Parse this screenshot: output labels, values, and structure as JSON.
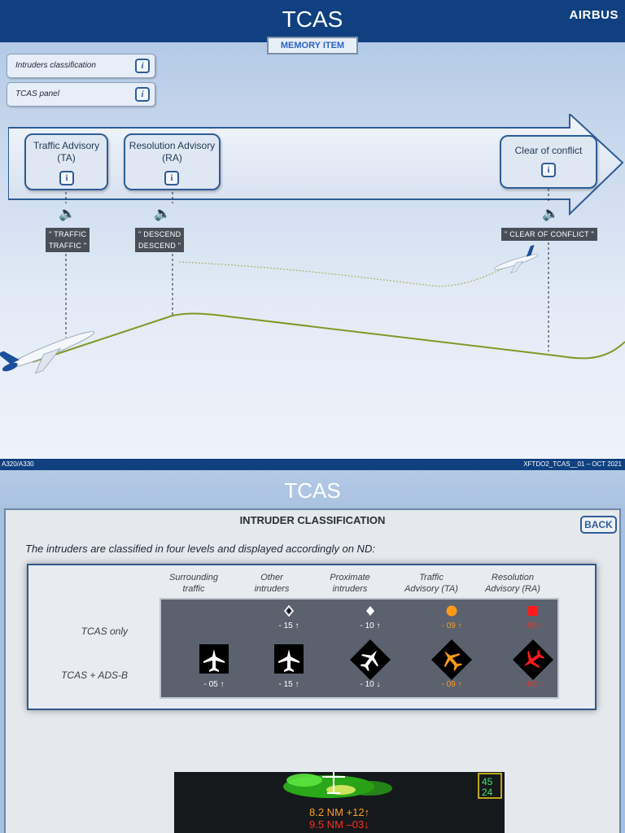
{
  "panel1": {
    "title": "TCAS",
    "brand": "AIRBUS",
    "memory_item": "MEMORY ITEM",
    "side_buttons": [
      {
        "label": "Intruders classification"
      },
      {
        "label": "TCAS panel"
      }
    ],
    "info_glyph": "i",
    "phases": [
      {
        "label_line1": "Traffic Advisory",
        "label_line2": "(TA)",
        "callout_line1": "\" TRAFFIC",
        "callout_line2": "TRAFFIC \""
      },
      {
        "label_line1": "Resolution Advisory",
        "label_line2": "(RA)",
        "callout_line1": "\" DESCEND",
        "callout_line2": "DESCEND \""
      },
      {
        "label_line1": "Clear of conflict",
        "label_line2": "",
        "callout_line1": "\" CLEAR OF CONFLICT \"",
        "callout_line2": ""
      }
    ],
    "speaker_icon": "speaker-icon",
    "footer_left": "A320/A330",
    "footer_right": "XFTDO2_TCAS__01 – OCT 2021"
  },
  "panel2": {
    "title": "TCAS",
    "section_title": "INTRUDER CLASSIFICATION",
    "back_label": "BACK",
    "intro": "The intruders are classified in four levels and displayed accordingly on ND:",
    "columns": [
      {
        "line1": "Surrounding",
        "line2": "traffic"
      },
      {
        "line1": "Other",
        "line2": "intruders"
      },
      {
        "line1": "Proximate",
        "line2": "intruders"
      },
      {
        "line1": "Traffic",
        "line2": "Advisory (TA)"
      },
      {
        "line1": "Resolution",
        "line2": "Advisory (RA)"
      }
    ],
    "rows": [
      {
        "label": "TCAS only",
        "values": [
          "",
          "- 15 ↑",
          "- 10 ↑",
          "- 09 ↑",
          "- 05 ↑"
        ]
      },
      {
        "label": "TCAS + ADS-B",
        "values": [
          "- 05 ↑",
          "- 15 ↑",
          "- 10 ↓",
          "- 09 ↑",
          "- 05 ↑"
        ]
      }
    ],
    "colors": {
      "ta": "#ff9a1a",
      "ra": "#ff2a1a",
      "panel": "#5b626e"
    },
    "nd": {
      "line1": "8.2 NM +12↑",
      "line2": "9.5 NM –03↓",
      "box_top": "45",
      "box_bottom": "24"
    }
  }
}
